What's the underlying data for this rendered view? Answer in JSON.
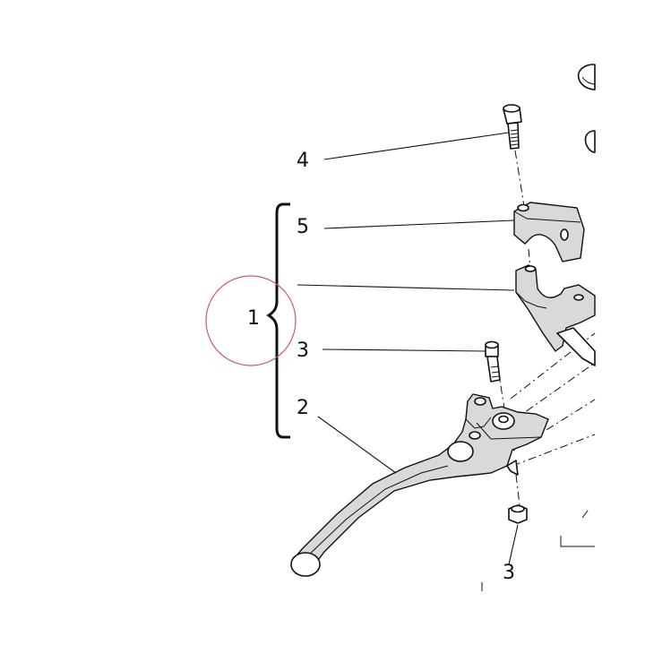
{
  "callouts": {
    "screw_top": "4",
    "clamp_upper": "5",
    "assembly": "1",
    "pivot_bolt": "3",
    "lever": "2",
    "nut_bottom": "3"
  },
  "colors": {
    "line": "#111111",
    "highlight_circle": "#d05a6a",
    "background": "#ffffff"
  }
}
